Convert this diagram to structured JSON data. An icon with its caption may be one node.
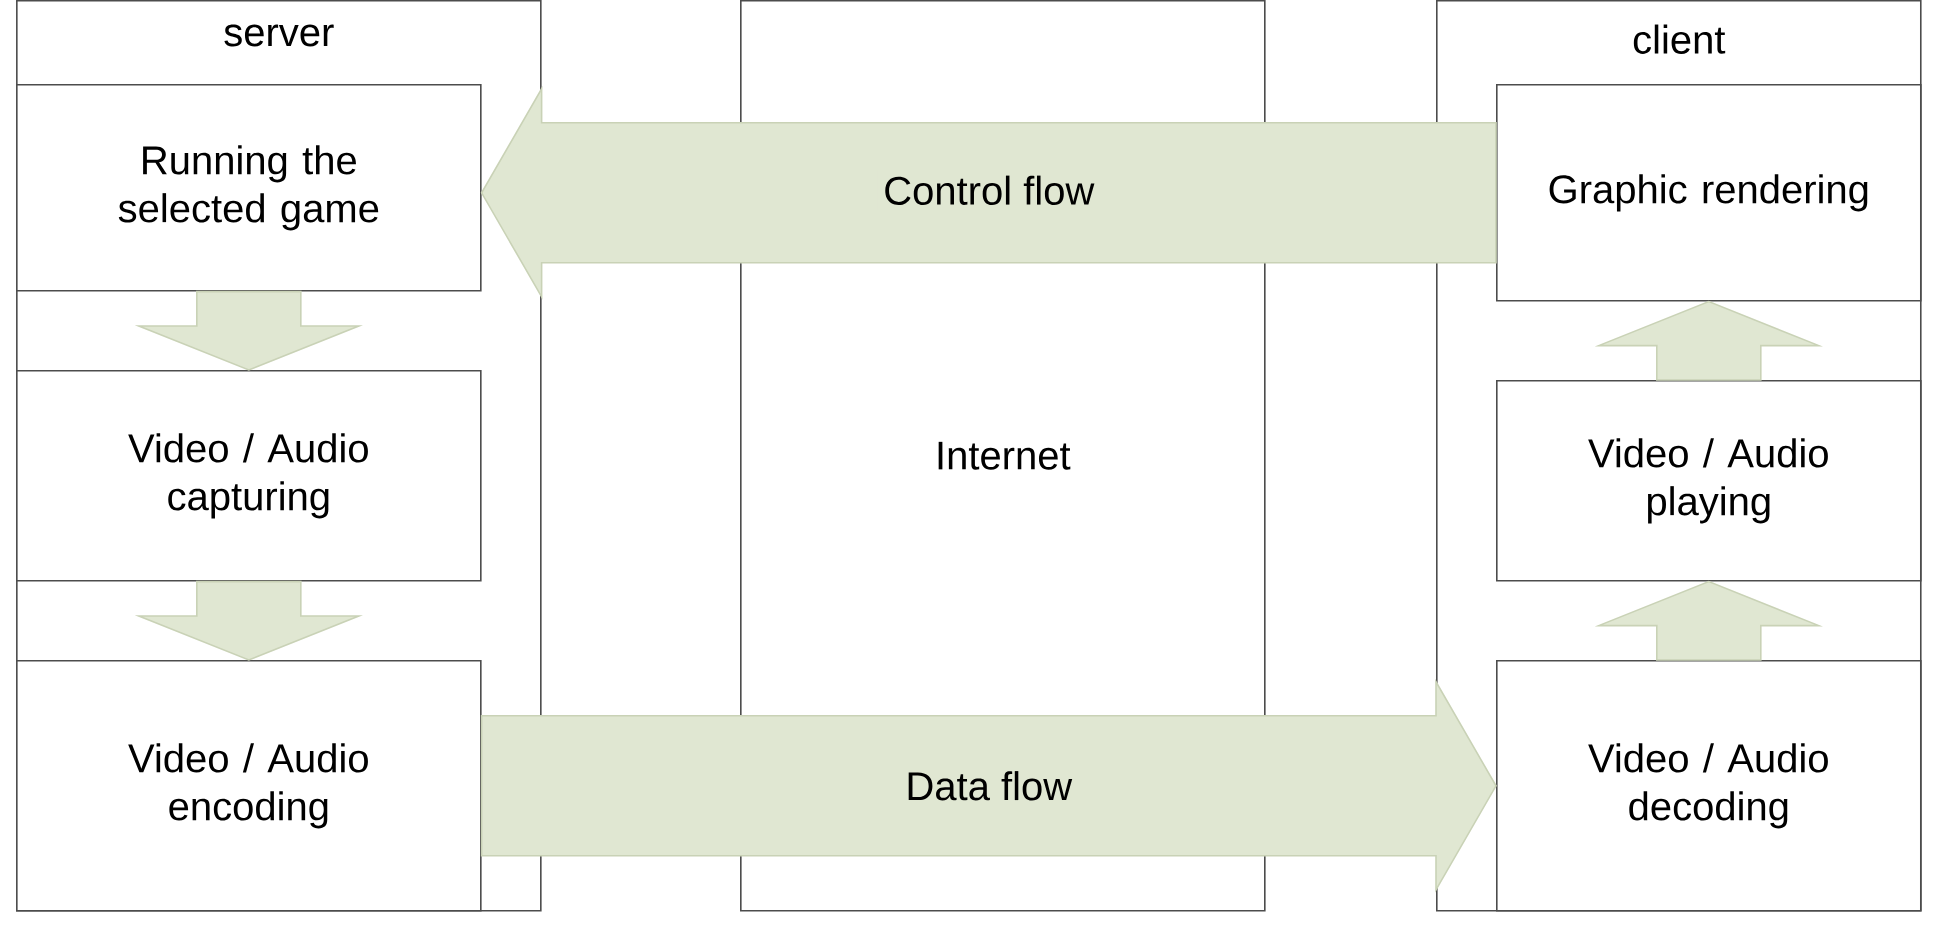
{
  "diagram": {
    "nodes": [
      {
        "text": [
          "server"
        ]
      },
      {
        "text": [
          "Internet"
        ]
      },
      {
        "text": [
          "client"
        ]
      },
      {
        "text": [
          "Running the selected game"
        ],
        "in": 0
      },
      {
        "text": [
          "Video / Audio capturing"
        ],
        "in": 0
      },
      {
        "text": [
          "Video / Audio encoding"
        ],
        "in": 0
      },
      {
        "text": [
          "Graphic rendering"
        ],
        "in": 2
      },
      {
        "text": [
          "Video / Audio playing"
        ],
        "in": 2
      },
      {
        "text": [
          "Video / Audio decoding"
        ],
        "in": 2
      }
    ],
    "edges": [
      {
        "from": 6,
        "to": 3,
        "arrow": "to",
        "label": "Control flow"
      },
      {
        "from": 3,
        "to": 4,
        "arrow": "to"
      },
      {
        "from": 4,
        "to": 5,
        "arrow": "to"
      },
      {
        "from": 5,
        "to": 8,
        "arrow": "to",
        "label": "Data flow"
      },
      {
        "from": 8,
        "to": 7,
        "arrow": "to"
      },
      {
        "from": 7,
        "to": 6,
        "arrow": "to"
      }
    ]
  }
}
